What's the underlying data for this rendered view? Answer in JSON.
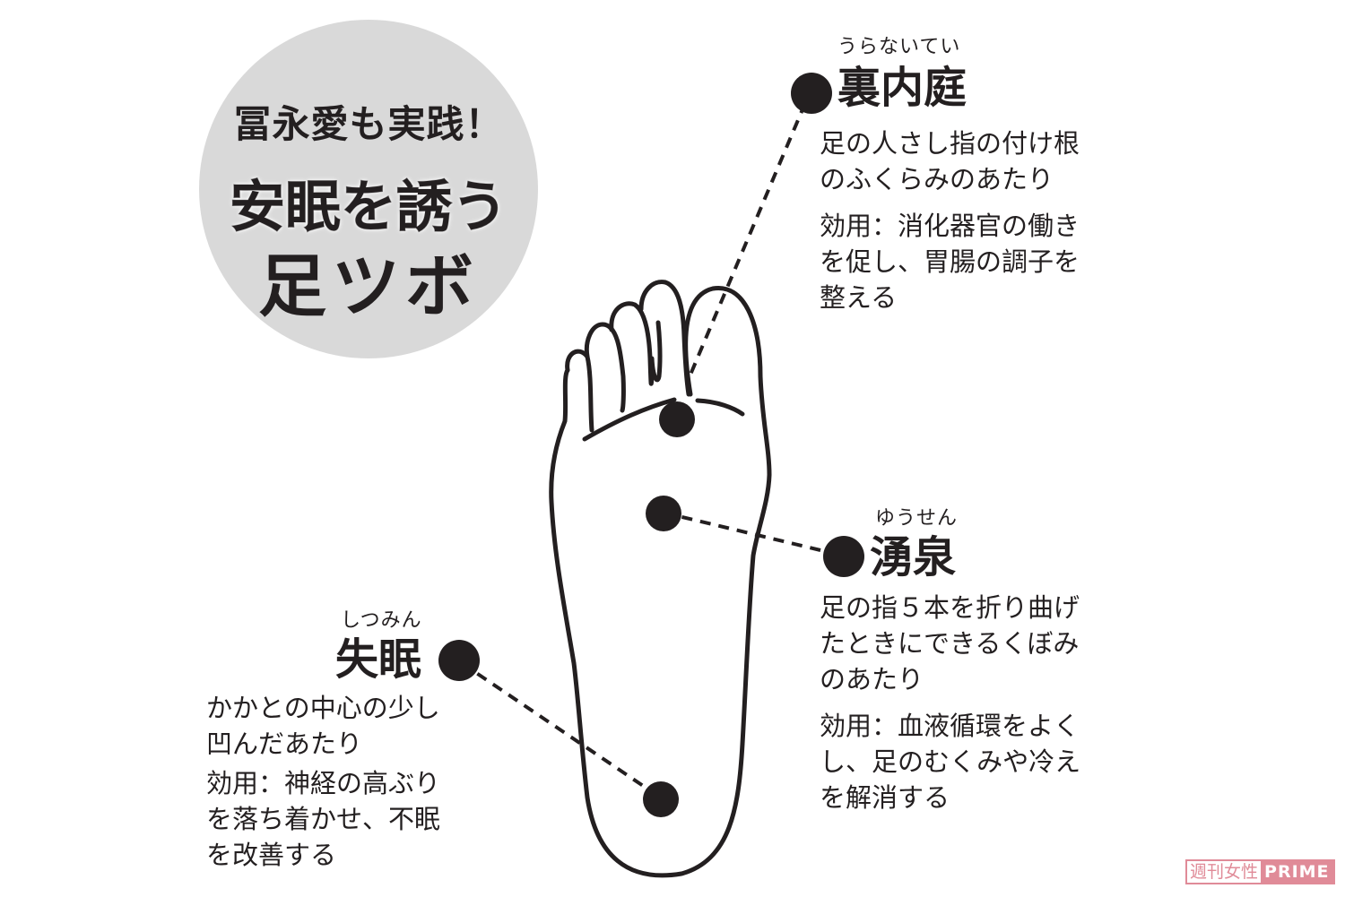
{
  "title": {
    "line1": "冨永愛も実践！",
    "line2": "安眠を誘う",
    "line3": "足ツボ"
  },
  "points": [
    {
      "id": "uranaitei",
      "ruby": "うらないてい",
      "name": "裏内庭",
      "location": [
        "足の人さし指の付け根",
        "のふくらみのあたり"
      ],
      "effect": [
        "効用：消化器官の働き",
        "を促し、胃腸の調子を",
        "整える"
      ]
    },
    {
      "id": "yusen",
      "ruby": "ゆうせん",
      "name": "湧泉",
      "location": [
        "足の指５本を折り曲げ",
        "たときにできるくぼみ",
        "のあたり"
      ],
      "effect": [
        "効用：血液循環をよく",
        "し、足のむくみや冷え",
        "を解消する"
      ]
    },
    {
      "id": "shitsumin",
      "ruby": "しつみん",
      "name": "失眠",
      "location": [
        "かかとの中心の少し",
        "凹んだあたり"
      ],
      "effect": [
        "効用：神経の高ぶり",
        "を落ち着かせ、不眠",
        "を改善する"
      ]
    }
  ],
  "watermark": {
    "part1": "週刊女性",
    "part2": "PRIME"
  },
  "colors": {
    "ink": "#231f20",
    "circle": "#d9d9d9",
    "brand": "#e08b98"
  }
}
